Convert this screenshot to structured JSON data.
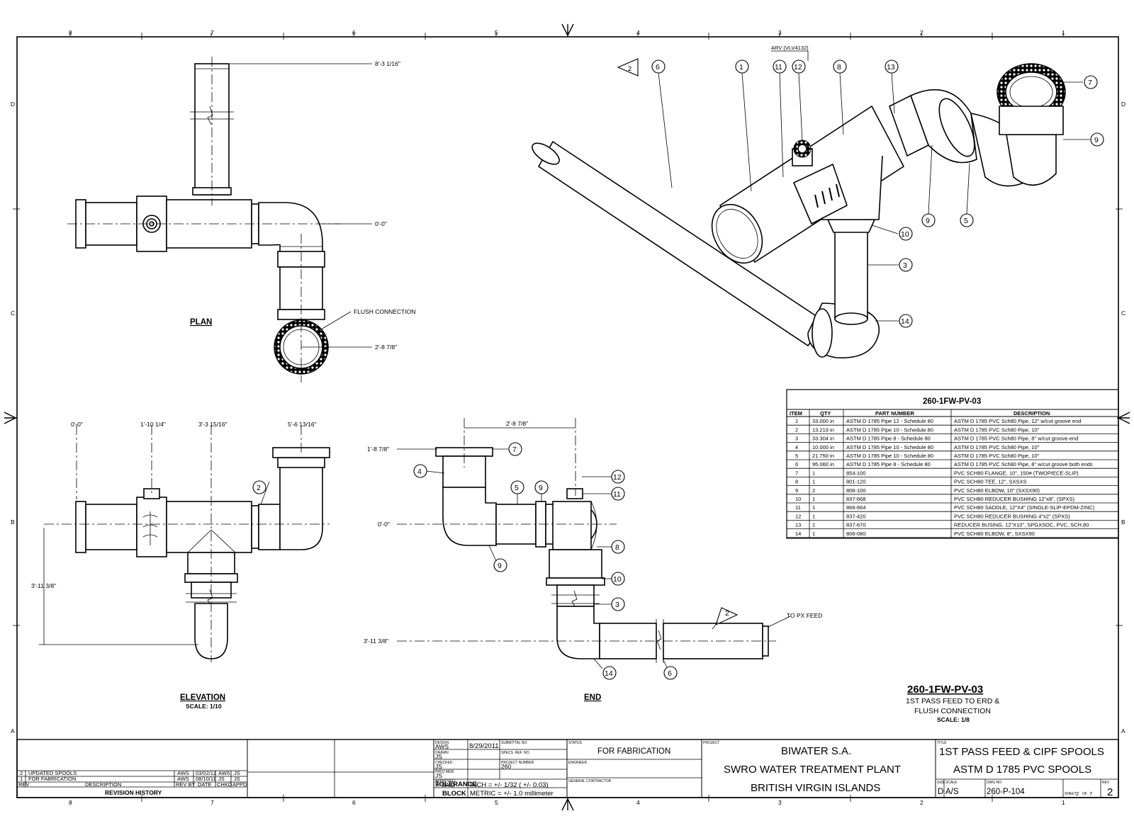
{
  "drawing": {
    "grid_numbers": [
      "8",
      "7",
      "6",
      "5",
      "4",
      "3",
      "2",
      "1"
    ],
    "grid_letters": [
      "D",
      "C",
      "B",
      "A"
    ]
  },
  "plan_view": {
    "title": "PLAN",
    "dim_top": "8'-3 1/16\"",
    "dim_center": "0'-0\"",
    "flush_label": "FLUSH CONNECTION",
    "dim_bottom": "2'-8 7/8\""
  },
  "elevation_view": {
    "title": "ELEVATION",
    "scale": "SCALE: 1/10",
    "dim_a": "0'-0\"",
    "dim_b": "1'-10 1/4\"",
    "dim_c": "3'-3 15/16\"",
    "dim_d": "5'-6 13/16\"",
    "dim_left": "3'-11 3/8\""
  },
  "end_view": {
    "title": "END",
    "dim_top": "2'-8 7/8\"",
    "dim_upper_left": "1'-8 7/8\"",
    "dim_center": "0'-0\"",
    "dim_lower": "3'-11 3/8\"",
    "px_feed": "TO PX FEED"
  },
  "iso_view": {
    "arv_label": "ARV (VLV4132)"
  },
  "balloons": {
    "b1": "1",
    "b2": "2",
    "b3": "3",
    "b4": "4",
    "b5": "5",
    "b6": "6",
    "b7": "7",
    "b8": "8",
    "b9": "9",
    "b10": "10",
    "b11": "11",
    "b12": "12",
    "b13": "13",
    "b14": "14"
  },
  "bom": {
    "title": "260-1FW-PV-03",
    "headers": [
      "ITEM",
      "QTY",
      "PART NUMBER",
      "DESCRIPTION"
    ],
    "rows": [
      [
        "1",
        "33.000 in",
        "ASTM D 1785 Pipe 12 - Schedule 80",
        "ASTM D 1785 PVC Sch80 Pipe, 12\" w/cut groove end"
      ],
      [
        "2",
        "13.219 in",
        "ASTM D 1785 Pipe 10 - Schedule 80",
        "ASTM D 1785 PVC Sch80 Pipe, 10\""
      ],
      [
        "3",
        "33.304 in",
        "ASTM D 1785 Pipe 8 - Schedule 80",
        "ASTM D 1785 PVC Sch80 Pipe, 8\" w/cut groove end"
      ],
      [
        "4",
        "10.000 in",
        "ASTM D 1785 Pipe 10 - Schedule 80",
        "ASTM D 1785 PVC Sch80 Pipe, 10\""
      ],
      [
        "5",
        "21.750 in",
        "ASTM D 1785 Pipe 10 - Schedule 80",
        "ASTM D 1785 PVC Sch80 Pipe, 10\""
      ],
      [
        "6",
        "95.060 in",
        "ASTM D 1785 Pipe 8 - Schedule 80",
        "ASTM D 1785 PVC Sch80 Pipe, 8\" w/cut groove both ends"
      ],
      [
        "7",
        "1",
        "854-100",
        "PVC SCH80 FLANGE, 10\", 150# (TWOPIECE-SLIP)"
      ],
      [
        "8",
        "1",
        "801-120",
        "PVC SCH80 TEE, 12\", SXSXS"
      ],
      [
        "9",
        "2",
        "806-100",
        "PVC SCH80 ELBOW, 10\" (SXSX90)"
      ],
      [
        "10",
        "1",
        "837-668",
        "PVC SCH80 REDUCER BUSHING 12\"x8\", (SPXS)"
      ],
      [
        "11",
        "1",
        "866-664",
        "PVC SCH80 SADDLE, 12\"X4\" (SINGLE-SLIP-EPDM-ZINC)"
      ],
      [
        "12",
        "1",
        "837-420",
        "PVC SCH80 REDUCER BUSHING 4\"x2\" (SPXS)"
      ],
      [
        "13",
        "1",
        "837-670",
        "REDUCER BUSING, 12\"X10\", SPGXSOC, PVC, SCH.80"
      ],
      [
        "14",
        "1",
        "806-080",
        "PVC SCH80 ELBOW, 8\", SXSX90"
      ]
    ]
  },
  "caption": {
    "title": "260-1FW-PV-03",
    "line1": "1ST PASS FEED TO ERD &",
    "line2": "FLUSH CONNECTION",
    "scale": "SCALE: 1/8"
  },
  "revision": {
    "rows": [
      [
        "2",
        "UPDATED SPOOLS",
        "AWS",
        "03/02/12",
        "AWS",
        "JS"
      ],
      [
        "1",
        "FOR FABRICATION",
        "AWS",
        "08/10/11",
        "JS",
        "JS"
      ]
    ],
    "headers": [
      "REV",
      "DESCRIPTION",
      "REV BY",
      "DATE",
      "CHKD",
      "APPD"
    ],
    "title": "REVISION HISTORY"
  },
  "title_block": {
    "design_label": "DESIGN",
    "design_value": "AWS",
    "date_value": "8/29/2011",
    "drawn_label": "DRAWN",
    "drawn_value": "JS",
    "checked_label": "CHECKED",
    "checked_value": "JS",
    "proj_mgr_label": "PROJ MGR",
    "proj_mgr_value": "JS",
    "approved_label": "APPROVED",
    "approved_value": "H SAID",
    "submittal_label": "SUBMITTAL NO.",
    "spec_ref_label": "SPECS. REF. NO.",
    "project_number_label": "PROJECT NUMBER",
    "project_number_value": "260",
    "tolerance": "TOLERANCE",
    "block": "BLOCK",
    "inch_tol": "INCH = +/- 1/32 ( +/- 0.03)",
    "metric_tol": "METRIC = +/- 1.0 millimeter",
    "status_label": "STATUS",
    "status_value": "FOR FABRICATION",
    "engineer_label": "ENGINEER",
    "gc_label": "GENERAL CONTRACTOR",
    "project_label": "PROJECT",
    "company": "BIWATER S.A.",
    "plant": "SWRO WATER TREATMENT PLANT",
    "location": "BRITISH VIRGIN ISLANDS",
    "title_label": "TITLE",
    "title_line1": "1ST PASS FEED & CIPF SPOOLS",
    "title_line2": "ASTM D 1785 PVC SPOOLS",
    "size_label": "SIZE",
    "size_value": "D",
    "scale_label": "SCALE",
    "scale_value": "A/S",
    "dwg_no_label": "DWG NO",
    "dwg_no_value": "260-P-104",
    "sheet_label": "SHEET",
    "sheet_value": "2",
    "of_label": "OF",
    "of_value": "7",
    "rev_label": "REV",
    "rev_value": "2"
  }
}
